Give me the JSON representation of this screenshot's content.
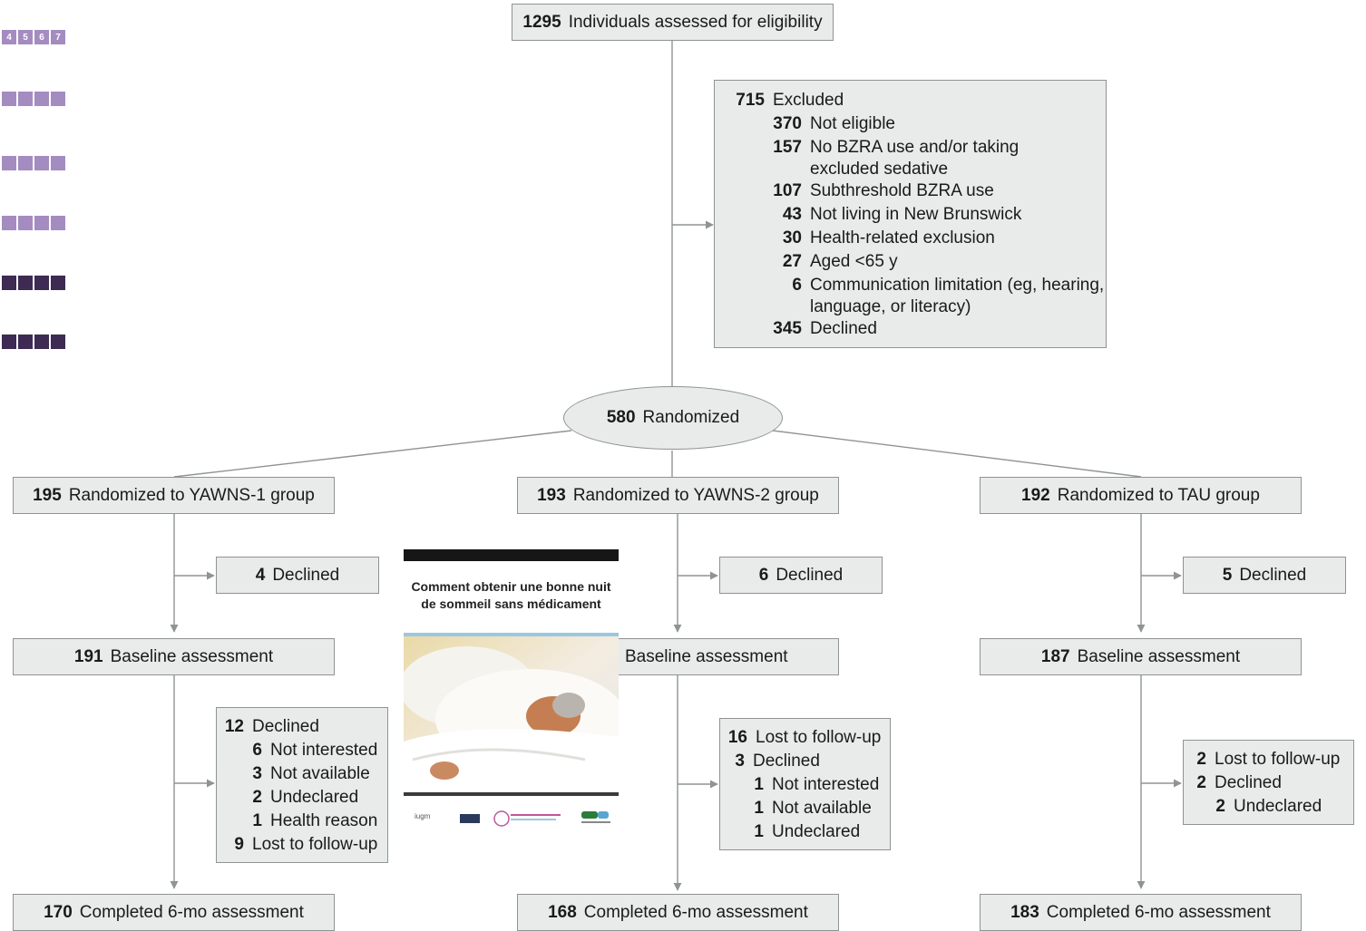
{
  "legend_grid": {
    "row1_labels": [
      "4",
      "5",
      "6",
      "7"
    ],
    "colors": {
      "light": "#a48cc1",
      "dark": "#3e2a53"
    }
  },
  "top": {
    "num": "1295",
    "label": "Individuals assessed for eligibility"
  },
  "excluded": [
    {
      "num": "715",
      "label": "Excluded"
    },
    {
      "num": "370",
      "label": "Not eligible"
    },
    {
      "num": "157",
      "label": "No BZRA use and/or taking"
    },
    {
      "num": "",
      "label": "excluded sedative"
    },
    {
      "num": "107",
      "label": "Subthreshold BZRA use"
    },
    {
      "num": "43",
      "label": "Not living in New Brunswick"
    },
    {
      "num": "30",
      "label": "Health-related exclusion"
    },
    {
      "num": "27",
      "label": "Aged <65 y"
    },
    {
      "num": "6",
      "label": "Communication limitation (eg, hearing,"
    },
    {
      "num": "",
      "label": "language, or literacy)"
    },
    {
      "num": "345",
      "label": "Declined"
    }
  ],
  "randomized": {
    "num": "580",
    "label": "Randomized"
  },
  "arms": [
    {
      "group": {
        "num": "195",
        "label": "Randomized to YAWNS-1 group"
      },
      "declined": {
        "num": "4",
        "label": "Declined"
      },
      "baseline": {
        "num": "191",
        "label": "Baseline assessment"
      },
      "followup": [
        {
          "num": "12",
          "label": "Declined"
        },
        {
          "num": "6",
          "label": "Not interested"
        },
        {
          "num": "3",
          "label": "Not available"
        },
        {
          "num": "2",
          "label": "Undeclared"
        },
        {
          "num": "1",
          "label": "Health reason"
        },
        {
          "num": "9",
          "label": "Lost to follow-up"
        }
      ],
      "completed": {
        "num": "170",
        "label": "Completed 6-mo assessment"
      }
    },
    {
      "group": {
        "num": "193",
        "label": "Randomized to YAWNS-2 group"
      },
      "declined": {
        "num": "6",
        "label": "Declined"
      },
      "baseline": {
        "num": "",
        "label": "Baseline assessment"
      },
      "followup": [
        {
          "num": "16",
          "label": "Lost to follow-up"
        },
        {
          "num": "3",
          "label": "Declined"
        },
        {
          "num": "1",
          "label": "Not interested"
        },
        {
          "num": "1",
          "label": "Not available"
        },
        {
          "num": "1",
          "label": "Undeclared"
        }
      ],
      "completed": {
        "num": "168",
        "label": "Completed 6-mo assessment"
      }
    },
    {
      "group": {
        "num": "192",
        "label": "Randomized to TAU group"
      },
      "declined": {
        "num": "5",
        "label": "Declined"
      },
      "baseline": {
        "num": "187",
        "label": "Baseline assessment"
      },
      "followup": [
        {
          "num": "2",
          "label": "Lost to follow-up"
        },
        {
          "num": "2",
          "label": "Declined"
        },
        {
          "num": "2",
          "label": "Undeclared"
        }
      ],
      "completed": {
        "num": "183",
        "label": "Completed 6-mo assessment"
      }
    }
  ],
  "booklet": {
    "title_line1": "Comment obtenir une bonne nuit",
    "title_line2": "de sommeil sans médicament",
    "logo_text": "iugm"
  }
}
